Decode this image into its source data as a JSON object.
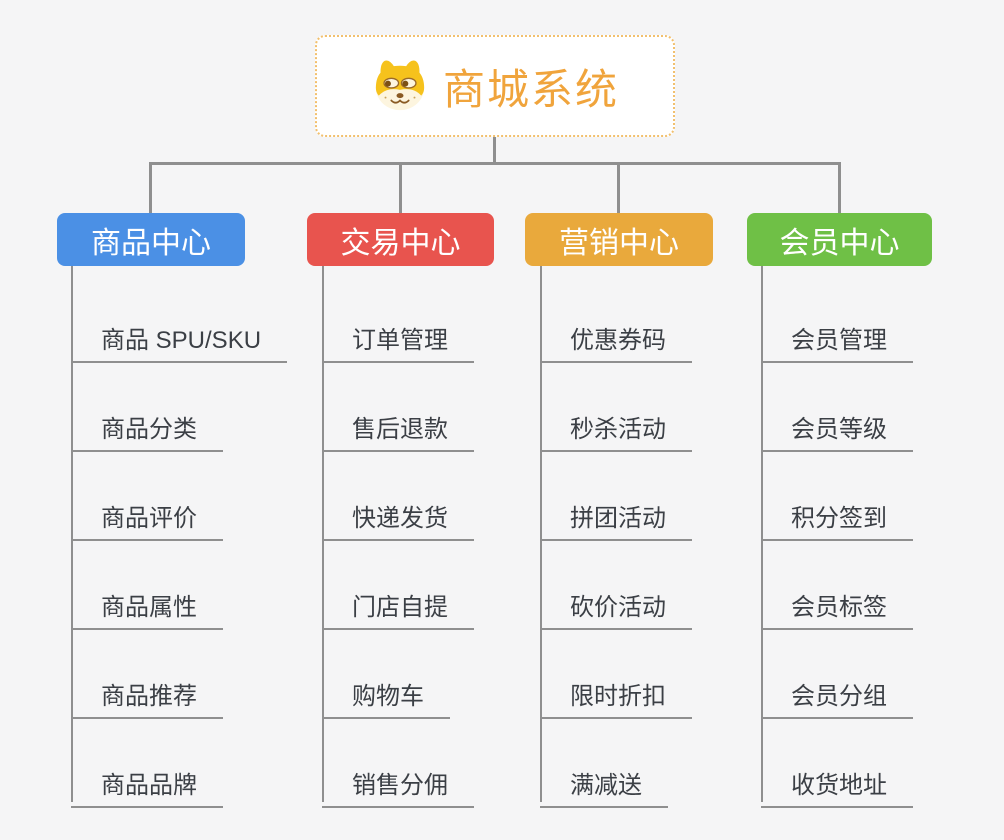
{
  "page": {
    "background_color": "#f5f5f6",
    "line_color": "#8f8f8f"
  },
  "root": {
    "label": "商城系统",
    "icon": "shiba-dog-icon",
    "text_color": "#f0a43c",
    "border_color": "#f2c06e",
    "background_color": "#ffffff"
  },
  "branches": [
    {
      "label": "商品中心",
      "color": "#4b90e5",
      "children": [
        "商品 SPU/SKU",
        "商品分类",
        "商品评价",
        "商品属性",
        "商品推荐",
        "商品品牌"
      ]
    },
    {
      "label": "交易中心",
      "color": "#e8544e",
      "children": [
        "订单管理",
        "售后退款",
        "快递发货",
        "门店自提",
        "购物车",
        "销售分佣"
      ]
    },
    {
      "label": "营销中心",
      "color": "#e9a93c",
      "children": [
        "优惠券码",
        "秒杀活动",
        "拼团活动",
        "砍价活动",
        "限时折扣",
        "满减送"
      ]
    },
    {
      "label": "会员中心",
      "color": "#6fc046",
      "children": [
        "会员管理",
        "会员等级",
        "积分签到",
        "会员标签",
        "会员分组",
        "收货地址"
      ]
    }
  ]
}
